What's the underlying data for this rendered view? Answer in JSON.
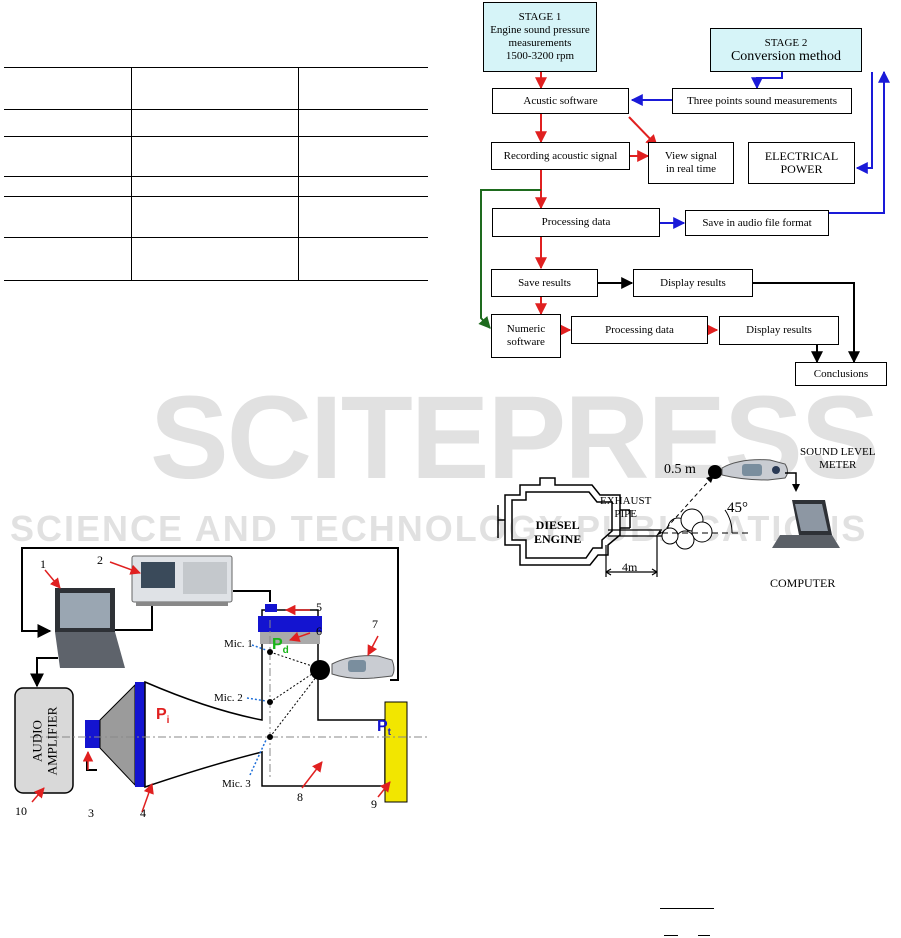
{
  "watermark": {
    "main": "SCITEPRESS",
    "sub": "SCIENCE AND TECHNOLOGY PUBLICATIONS"
  },
  "table_rows": [
    [
      "",
      "",
      ""
    ],
    [
      "",
      "",
      ""
    ],
    [
      "",
      "",
      ""
    ],
    [
      "",
      "",
      ""
    ],
    [
      "",
      "",
      ""
    ],
    [
      "",
      "",
      ""
    ]
  ],
  "flowchart": {
    "stage1": "STAGE 1\nEngine sound pressure measurements\n1500-3200 rpm",
    "stage2_title": "STAGE 2",
    "stage2_sub": "Conversion method",
    "acustic_software": "Acustic software",
    "three_points": "Three points sound measurements",
    "recording": "Recording acoustic signal",
    "view_signal": "View signal\nin real time",
    "electrical_power": "ELECTRICAL\nPOWER",
    "processing_data_1": "Processing data",
    "save_audio": "Save in audio file format",
    "save_results": "Save results",
    "display_results_1": "Display results",
    "numeric_software": "Numeric\nsoftware",
    "processing_data_2": "Processing data",
    "display_results_2": "Display results",
    "conclusions": "Conclusions"
  },
  "engine_setup": {
    "distance_05": "0.5 m",
    "sound_level_meter": "SOUND LEVEL\nMETER",
    "exhaust_pipe": "EXHAUST\nPIPE",
    "angle": "45°",
    "diesel_engine": "DIESEL\nENGINE",
    "distance_4": "4m",
    "computer": "COMPUTER"
  },
  "lab_setup": {
    "numbers": [
      "1",
      "2",
      "3",
      "4",
      "5",
      "6",
      "7",
      "8",
      "9",
      "10"
    ],
    "mic1": "Mic. 1",
    "mic2": "Mic. 2",
    "mic3": "Mic. 3",
    "audio_amplifier": "AUDIO\nAMPLIFIER",
    "p_d": "P",
    "p_d_sub": "d",
    "p_i": "P",
    "p_i_sub": "i",
    "p_t": "P",
    "p_t_sub": "t"
  },
  "colors": {
    "stage_fill": "#d6f4f8",
    "arrow_red": "#e02020",
    "arrow_blue": "#1a1ad8",
    "arrow_green": "#1e6b1e",
    "amp_fill": "#d9d9d9",
    "speaker_blue": "#1414d0",
    "pt_yellow": "#f2e600",
    "pd_green": "#18b418"
  }
}
